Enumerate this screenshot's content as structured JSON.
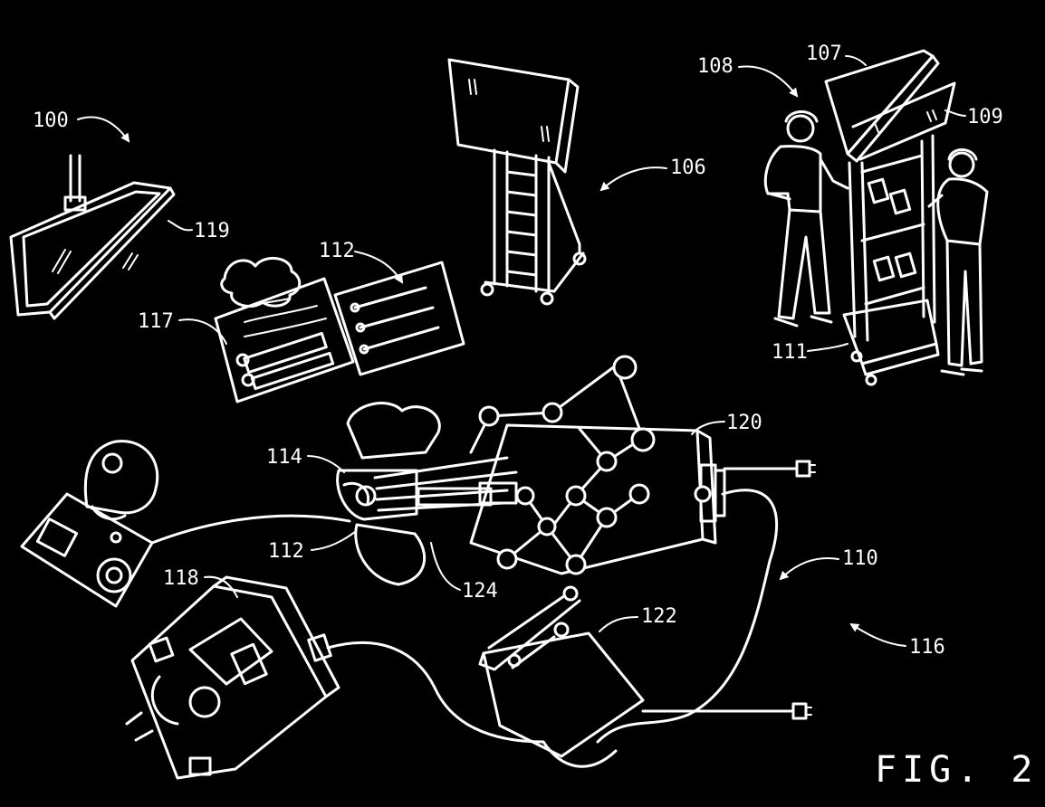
{
  "figure_title": "FIG. 2",
  "labels": {
    "l100": "100",
    "l119": "119",
    "l117": "117",
    "l112a": "112",
    "l106": "106",
    "l108": "108",
    "l107": "107",
    "l109": "109",
    "l111": "111",
    "l120": "120",
    "l114": "114",
    "l112b": "112",
    "l124": "124",
    "l110": "110",
    "l118": "118",
    "l122": "122",
    "l116": "116"
  },
  "colors": {
    "background": "#000000",
    "line": "#ffffff"
  }
}
